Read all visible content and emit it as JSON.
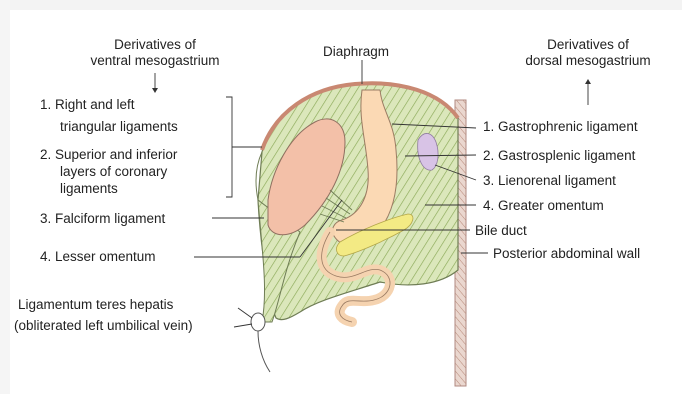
{
  "headings": {
    "ventral_line1": "Derivatives of",
    "ventral_line2": "ventral mesogastrium",
    "dorsal_line1": "Derivatives of",
    "dorsal_line2": "dorsal mesogastrium",
    "diaphragm": "Diaphragm"
  },
  "ventral": {
    "item1_line1": "1. Right and left",
    "item1_line2": "triangular ligaments",
    "item2_line1": "2. Superior and inferior",
    "item2_line2": "layers of coronary",
    "item2_line3": "ligaments",
    "item3": "3. Falciform ligament",
    "item4": "4. Lesser omentum"
  },
  "dorsal": {
    "item1": "1. Gastrophrenic ligament",
    "item2": "2. Gastrosplenic ligament",
    "item3": "3. Lienorenal ligament",
    "item4": "4. Greater omentum"
  },
  "other": {
    "bile_duct": "Bile duct",
    "posterior_wall": "Posterior abdominal wall",
    "teres_line1": "Ligamentum teres hepatis",
    "teres_line2": "(obliterated left umbilical vein)"
  },
  "colors": {
    "ligament_fill": "#d9e6b8",
    "ligament_stripe": "#8fae5a",
    "liver": "#f3c0a8",
    "stomach": "#fbd9b4",
    "diaphragm": "#c98872",
    "spleen": "#d8c3e6",
    "pancreas": "#f3ea84",
    "wall": "#d7b0a6"
  }
}
